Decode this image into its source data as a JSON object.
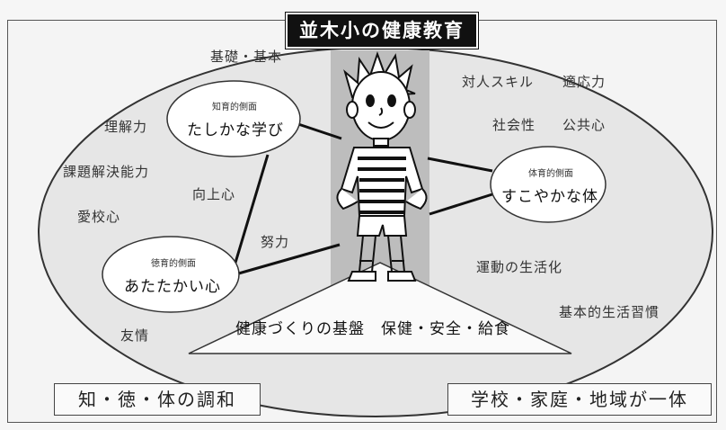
{
  "title": "並木小の健康教育",
  "bubbles": {
    "intellect": {
      "small": "知育的側面",
      "big": "たしかな学び"
    },
    "physical": {
      "small": "体育的側面",
      "big": "すこやかな体"
    },
    "moral": {
      "small": "徳育的側面",
      "big": "あたたかい心"
    }
  },
  "keywords": {
    "kiso": "基礎・基本",
    "rikai": "理解力",
    "kadai": "課題解決能力",
    "kojo": "向上心",
    "aikou": "愛校心",
    "doryoku": "努力",
    "yujo": "友情",
    "taijin": "対人スキル",
    "tekio": "適応力",
    "shakai": "社会性",
    "kokyo": "公共心",
    "undo": "運動の生活化",
    "kihon": "基本的生活習慣"
  },
  "base": "健康づくりの基盤　保健・安全・給食",
  "corners": {
    "left": "知・徳・体の調和",
    "right": "学校・家庭・地域が一体"
  },
  "colors": {
    "ellipse_fill": "#e6e6e6",
    "pillar": "#bdbdbd",
    "title_bg": "#111111",
    "line": "#111111"
  }
}
